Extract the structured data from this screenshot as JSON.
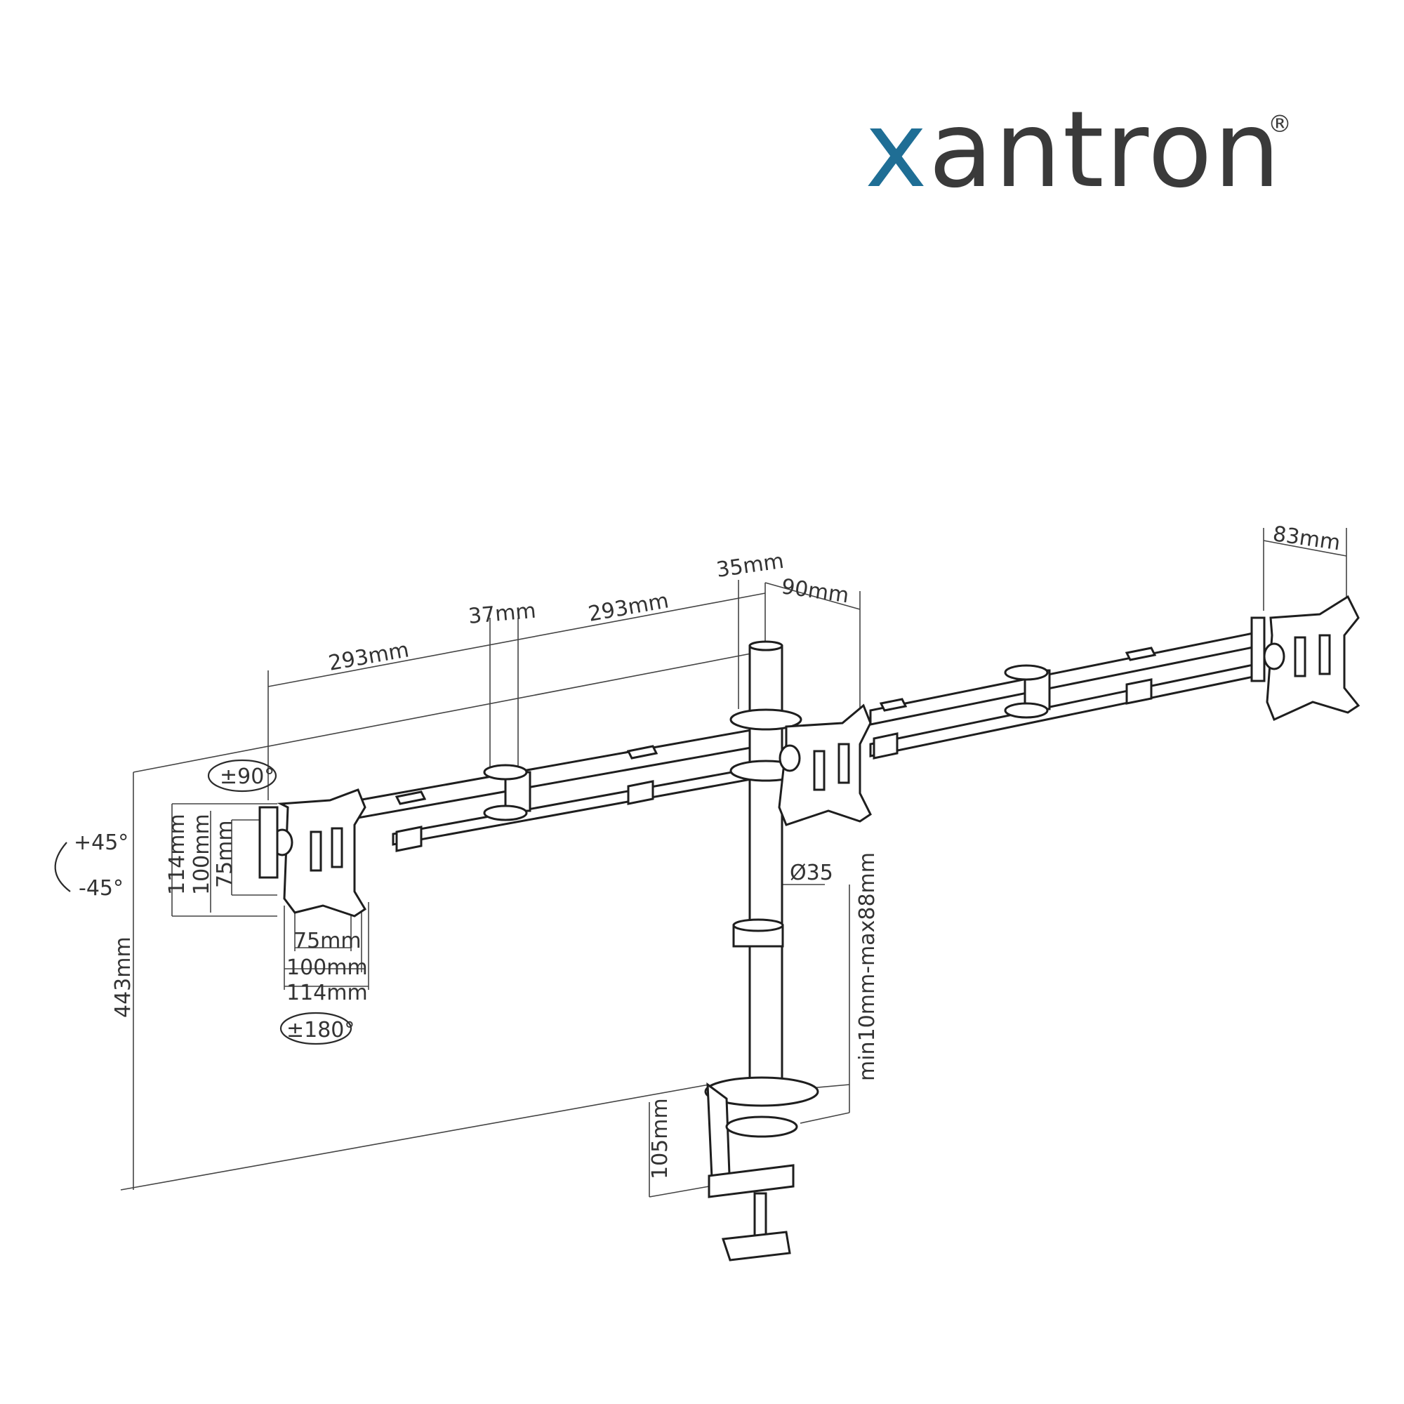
{
  "brand": {
    "letter_x": "x",
    "rest": "antron",
    "registered": "®",
    "x_color": "#1f6e95",
    "text_color": "#3a3a3a"
  },
  "dimensions": {
    "arm_left": "293mm",
    "arm_right": "293mm",
    "clamp_gap": "37mm",
    "pole_top": "35mm",
    "offset": "90mm",
    "bracket_depth": "83mm",
    "tilt_up": "+45°",
    "tilt_down": "-45°",
    "rotate_90": "±90°",
    "rotate_180": "±180°",
    "vesa_v_114": "114mm",
    "vesa_v_100": "100mm",
    "vesa_v_75": "75mm",
    "vesa_h_75": "75mm",
    "vesa_h_100": "100mm",
    "vesa_h_114": "114mm",
    "pole_diameter": "Ø35",
    "height": "443mm",
    "clamp_range": "min10mm-max88mm",
    "clamp_height": "105mm"
  }
}
